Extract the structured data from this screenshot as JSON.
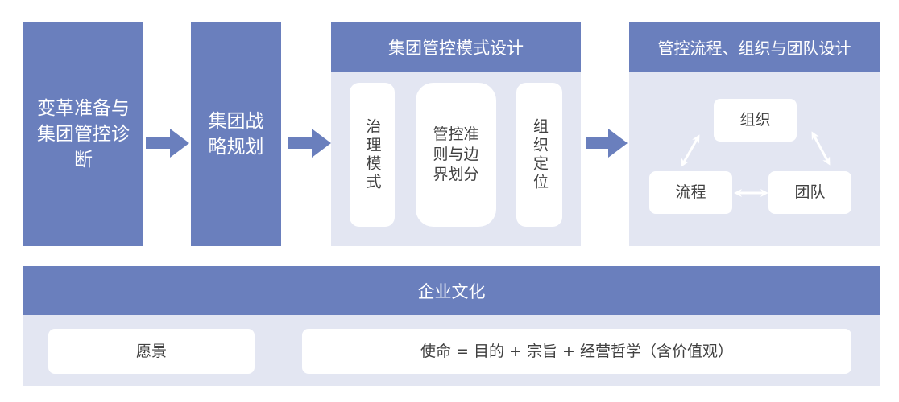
{
  "steps": {
    "step1_label": "变革准备与集团管控诊断",
    "step2_label": "集团战略规划",
    "step3": {
      "title": "集团管控模式设计",
      "items": [
        "治理模式",
        "管控准则与边界划分",
        "组织定位"
      ]
    },
    "step4": {
      "title": "管控流程、组织与团队设计",
      "nodes": {
        "org": "组织",
        "process": "流程",
        "team": "团队"
      }
    }
  },
  "culture": {
    "title": "企业文化",
    "vision": "愿景",
    "mission": "使命 = 目的 + 宗旨 + 经营哲学（含价值观）"
  },
  "colors": {
    "primary": "#6a7fbd",
    "pale": "#e3e6f2",
    "arrow": "#6a7fbd"
  },
  "icons": [
    "arrow-right-icon",
    "double-arrow-icon"
  ]
}
